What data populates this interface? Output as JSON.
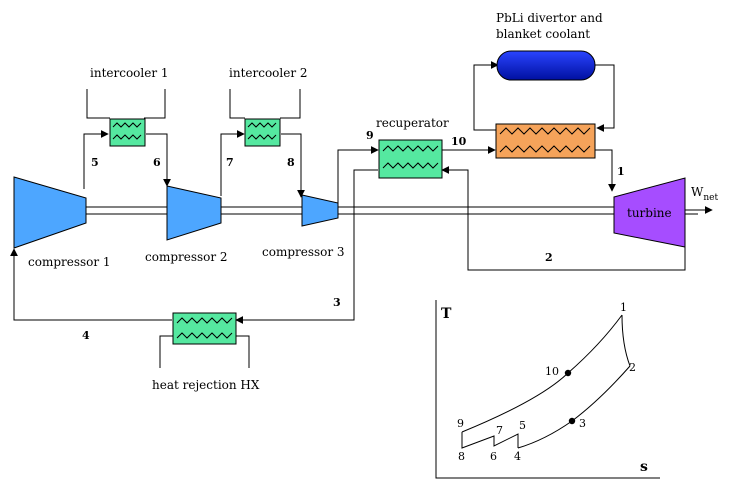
{
  "labels": {
    "intercooler_1": "intercooler 1",
    "intercooler_2": "intercooler 2",
    "recuperator": "recuperator",
    "pbli_line1": "PbLi divertor and",
    "pbli_line2": "blanket coolant",
    "compressor_1": "compressor 1",
    "compressor_2": "compressor 2",
    "compressor_3": "compressor 3",
    "turbine": "turbine",
    "w_net_main": "W",
    "w_net_sub": "net",
    "heat_rejection": "heat rejection HX"
  },
  "state_points": {
    "p1": "1",
    "p2": "2",
    "p3": "3",
    "p4": "4",
    "p5": "5",
    "p6": "6",
    "p7": "7",
    "p8": "8",
    "p9": "9",
    "p10": "10"
  },
  "ts_diagram": {
    "y_axis": "T",
    "x_axis": "s",
    "points": {
      "t1": "1",
      "t2": "2",
      "t3": "3",
      "t4": "4",
      "t5": "5",
      "t6": "6",
      "t7": "7",
      "t8": "8",
      "t9": "9",
      "t10": "10"
    }
  },
  "colors": {
    "compressor": "#4da6ff",
    "turbine": "#a64dff",
    "hx_green": "#55e8a0",
    "heater_orange": "#f5a35a",
    "pbli_blue": "#0a1fd6"
  }
}
